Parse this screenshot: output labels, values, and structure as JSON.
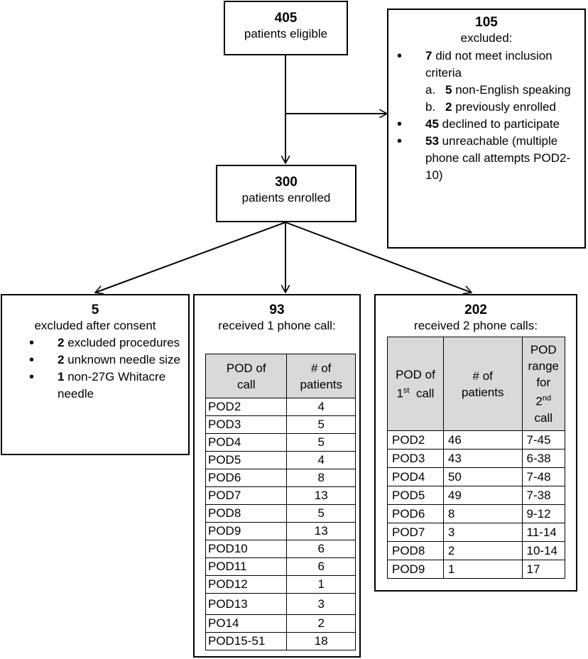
{
  "eligible": {
    "count": "405",
    "label": "patients eligible"
  },
  "excluded_top": {
    "count": "105",
    "label": "excluded:",
    "items": [
      {
        "count": "7",
        "text": "did not meet inclusion criteria"
      },
      {
        "count": "45",
        "text": "declined to participate"
      },
      {
        "count": "53",
        "text": "unreachable (multiple phone call attempts POD2-10)"
      }
    ],
    "subitems": [
      {
        "letter": "a.",
        "count": "5",
        "text": "non-English speaking"
      },
      {
        "letter": "b.",
        "count": "2",
        "text": "previously enrolled"
      }
    ]
  },
  "enrolled": {
    "count": "300",
    "label": "patients enrolled"
  },
  "excluded_after": {
    "count": "5",
    "label": "excluded after consent",
    "items": [
      {
        "count": "2",
        "text": "excluded procedures"
      },
      {
        "count": "2",
        "text": "unknown needle size"
      },
      {
        "count": "1",
        "text": "non-27G Whitacre needle"
      }
    ]
  },
  "one_call": {
    "count": "93",
    "label": "received 1 phone call:",
    "headers": [
      "POD of call",
      "# of patients"
    ],
    "rows": [
      [
        "POD2",
        "4"
      ],
      [
        "POD3",
        "5"
      ],
      [
        "POD4",
        "5"
      ],
      [
        "POD5",
        "4"
      ],
      [
        "POD6",
        "8"
      ],
      [
        "POD7",
        "13"
      ],
      [
        "POD8",
        "5"
      ],
      [
        "POD9",
        "13"
      ],
      [
        "POD10",
        "6"
      ],
      [
        "POD11",
        "6"
      ],
      [
        "POD12",
        "1"
      ],
      [
        "POD13",
        "3"
      ],
      [
        "PO14",
        "2"
      ],
      [
        "POD15-51",
        "18"
      ]
    ]
  },
  "two_calls": {
    "count": "202",
    "label": "received 2 phone calls:",
    "headers": {
      "col1_a": "POD of",
      "col1_b": "1",
      "col1_sup": "st",
      "col1_c": "call",
      "col2": "# of patients",
      "col3_a": "POD range for 2",
      "col3_sup": "nd",
      "col3_b": "call"
    },
    "rows": [
      [
        "POD2",
        "46",
        "7-45"
      ],
      [
        "POD3",
        "43",
        "6-38"
      ],
      [
        "POD4",
        "50",
        "7-48"
      ],
      [
        "POD5",
        "49",
        "7-38"
      ],
      [
        "POD6",
        "8",
        "9-12"
      ],
      [
        "POD7",
        "3",
        "11-14"
      ],
      [
        "POD8",
        "2",
        "10-14"
      ],
      [
        "POD9",
        "1",
        "17"
      ]
    ]
  }
}
